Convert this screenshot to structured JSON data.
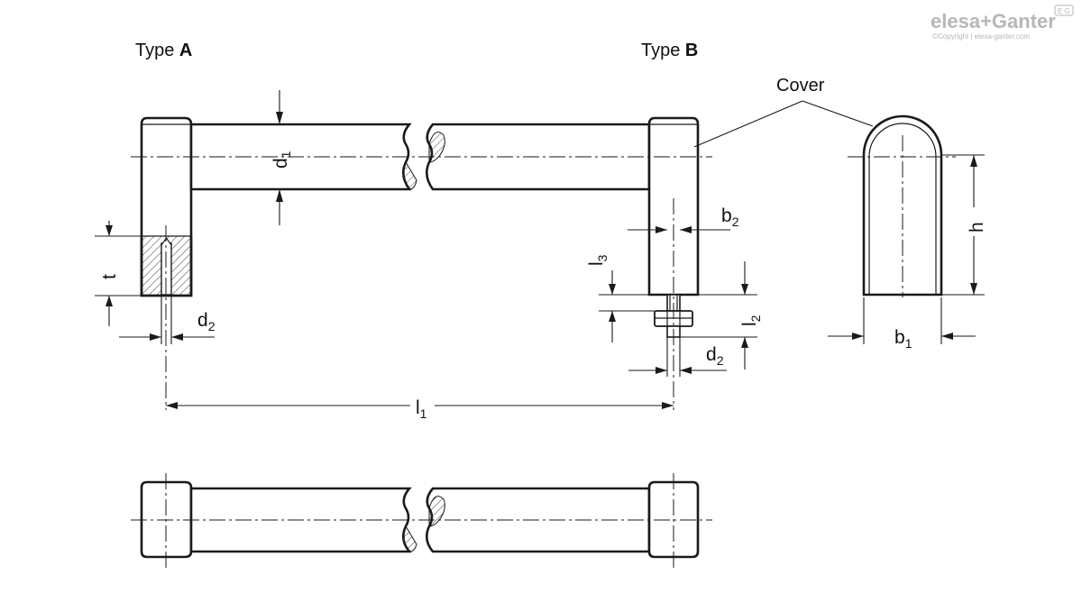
{
  "titles": {
    "type_a_prefix": "Type ",
    "type_a_letter": "A",
    "type_b_prefix": "Type ",
    "type_b_letter": "B"
  },
  "callouts": {
    "cover": "Cover"
  },
  "dimensions": {
    "d1": {
      "main": "d",
      "sub": "1"
    },
    "t": {
      "main": "t"
    },
    "d2_a": {
      "main": "d",
      "sub": "2"
    },
    "l1": {
      "main": "l",
      "sub": "1"
    },
    "b2": {
      "main": "b",
      "sub": "2"
    },
    "l3": {
      "main": "l",
      "sub": "3"
    },
    "l2": {
      "main": "l",
      "sub": "2"
    },
    "d2_b": {
      "main": "d",
      "sub": "2"
    },
    "h": {
      "main": "h"
    },
    "b1": {
      "main": "b",
      "sub": "1"
    }
  },
  "logo": {
    "brand": "elesa+Ganter",
    "badge": "E G",
    "copyright": "©Copyright | elesa-ganter.com"
  }
}
